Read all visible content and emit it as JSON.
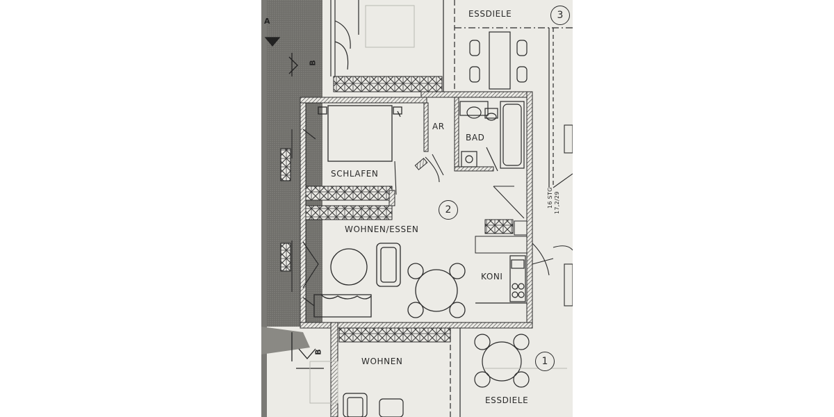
{
  "colors": {
    "paper": "#ecebe6",
    "ink": "#2a2a2a",
    "wall_hatch": "#3a3a3a",
    "exterior_shade": "#6f6e6a"
  },
  "labels": {
    "essdiele_top": "ESSDIELE",
    "apartment_3": "3",
    "ar": "AR",
    "bad": "BAD",
    "schlafen": "SCHLAFEN",
    "apartment_2": "2",
    "wohnen_essen": "WOHNEN/ESSEN",
    "stair": "16 STG",
    "stair_dim": "17,2/29",
    "koni": "KONI",
    "wohnen_bottom": "WOHNEN",
    "apartment_1": "1",
    "essdiele_bottom": "ESSDIELE",
    "section_a": "A",
    "section_b_top": "B",
    "section_b_bottom": "B"
  }
}
